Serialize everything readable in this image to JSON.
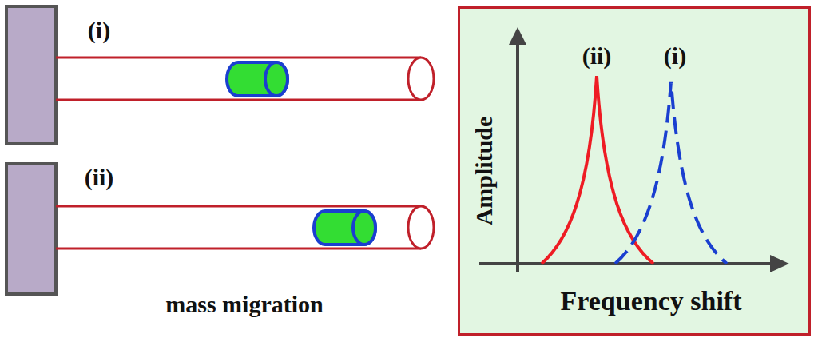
{
  "diagram": {
    "nodes": [
      {
        "text": [
          "(ii)",
          "(i)",
          "Amplitude",
          "Frequency shift"
        ]
      }
    ],
    "labels": [
      "(i)",
      "(ii)",
      "mass migration"
    ]
  }
}
